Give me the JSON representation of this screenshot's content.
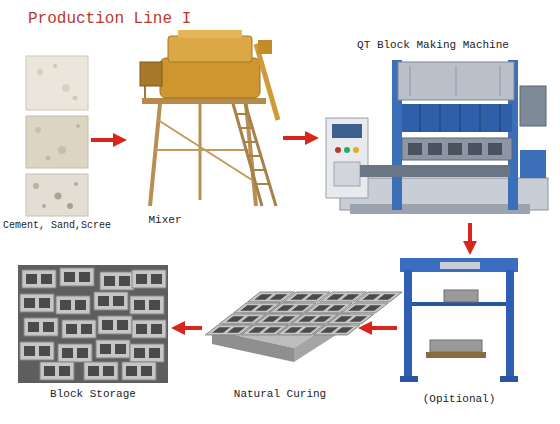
{
  "diagram": {
    "title": "Production Line I",
    "nodes": [
      {
        "text": [
          "Cement, Sand,Scree"
        ]
      },
      {
        "text": [
          "Mixer"
        ]
      },
      {
        "text": [
          "QT Block Making Machine"
        ]
      },
      {
        "text": [
          "(Opitional)"
        ]
      },
      {
        "text": [
          "Natural Curing"
        ]
      },
      {
        "text": [
          "Block Storage"
        ]
      }
    ],
    "edges": [
      {
        "from": 0,
        "to": 1,
        "arrow": "to"
      },
      {
        "from": 1,
        "to": 2,
        "arrow": "to"
      },
      {
        "from": 2,
        "to": 3,
        "arrow": "to"
      },
      {
        "from": 3,
        "to": 4,
        "arrow": "to"
      },
      {
        "from": 4,
        "to": 5,
        "arrow": "to"
      }
    ]
  }
}
